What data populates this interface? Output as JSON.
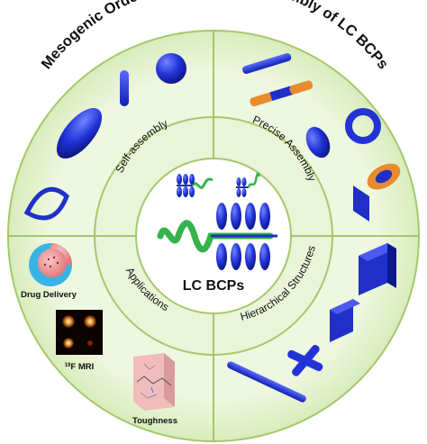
{
  "title": "Mesogenic Ordering-Driven Self-Assembly of LC BCPs",
  "center_label": "LC BCPs",
  "quadrants": {
    "top_left": "Self-assembly",
    "top_right": "Precise Assembly",
    "bottom_left": "Applications",
    "bottom_right": "Hierarchical Structures"
  },
  "applications": {
    "drug_delivery": "Drug Delivery",
    "f19_superscript": "19",
    "f19_main": "F MRI",
    "toughness": "Toughness"
  },
  "colors": {
    "ring_fill": "#eaf4d8",
    "ring_stroke": "#a5c86b",
    "center_fill": "#ffffff",
    "mesogen_blue": "#1f2fc8",
    "coil_green": "#33b34a",
    "orange": "#e98a2b",
    "text": "#111111"
  }
}
